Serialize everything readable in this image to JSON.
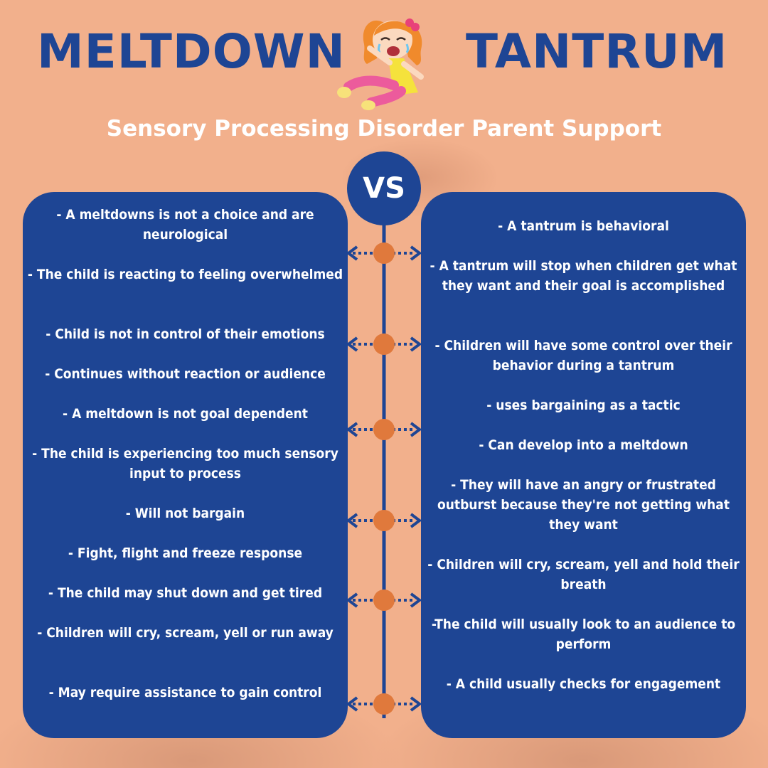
{
  "header": {
    "left_title": "MELTDOWN",
    "right_title": "TANTRUM",
    "subtitle": "Sensory Processing Disorder Parent Support",
    "vs_label": "VS"
  },
  "meltdown": {
    "items": [
      "- A meltdowns is not a choice and are neurological",
      "- The child is reacting to feeling overwhelmed",
      "- Child is not in control of their emotions",
      "- Continues without reaction or audience",
      "- A meltdown is not goal dependent",
      "- The child is experiencing too much sensory input to process",
      "- Will not bargain",
      "- Fight, flight and freeze response",
      "- The child may shut down and get tired",
      "- Children will cry, scream, yell or run away",
      "- May require assistance to gain control"
    ]
  },
  "tantrum": {
    "items": [
      "- A tantrum is behavioral",
      "- A tantrum will stop when children get what they want and their goal is accomplished",
      "- Children will have some control over their behavior during a tantrum",
      "- uses bargaining as a tactic",
      "- Can develop into a meltdown",
      "- They will have an angry or frustrated outburst because they're not getting what they want",
      "- Children will cry, scream, yell and hold their breath",
      "-The child will usually look to an audience to perform",
      "- A child usually checks for engagement"
    ]
  },
  "colors": {
    "background": "#f2b08c",
    "panel": "#1e4594",
    "accent_dot": "#e0793c",
    "text_light": "#ffffff"
  },
  "icons": {
    "illustration": "crying-girl-tantrum-icon",
    "connector": "double-arrow-connector-icon"
  }
}
